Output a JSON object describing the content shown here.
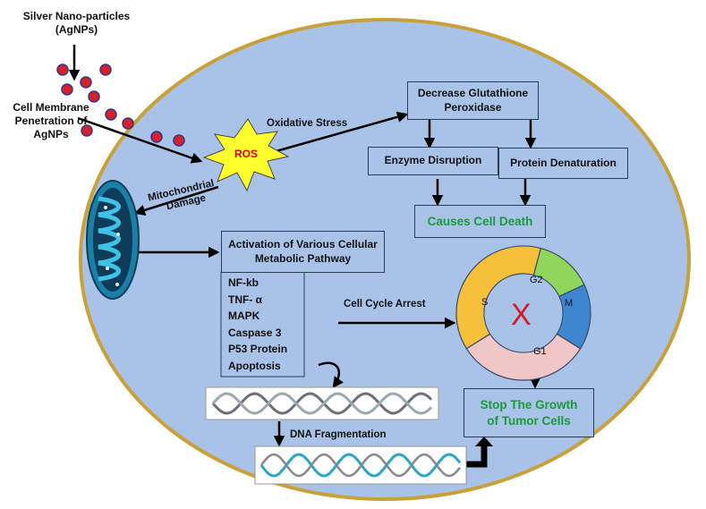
{
  "source": {
    "title_line1": "Silver Nano-particles",
    "title_line2": "(AgNPs)"
  },
  "membrane": {
    "line1": "Cell Membrane",
    "line2": "Penetration of",
    "line3": "AgNPs"
  },
  "ros": {
    "label": "ROS"
  },
  "arrows": {
    "oxidative_stress": "Oxidative Stress",
    "mito_damage_line1": "Mitochondrial",
    "mito_damage_line2": "Damage",
    "cell_cycle_arrest": "Cell Cycle Arrest",
    "dna_fragmentation": "DNA Fragmentation"
  },
  "boxes": {
    "glutathione_line1": "Decrease Glutathione",
    "glutathione_line2": "Peroxidase",
    "enzyme_disruption": "Enzyme Disruption",
    "protein_denaturation": "Protein Denaturation",
    "cell_death": "Causes Cell Death",
    "pathway_line1": "Activation of Various Cellular",
    "pathway_line2": "Metabolic Pathway",
    "stop_growth_line1": "Stop The Growth",
    "stop_growth_line2": "of Tumor Cells"
  },
  "pathway_items": [
    "NF-kb",
    "TNF- α",
    "MAPK",
    "Caspase 3",
    "P53 Protein",
    "Apoptosis"
  ],
  "cell_cycle": {
    "phases": [
      {
        "label": "S",
        "color": "#f6c03b"
      },
      {
        "label": "G2",
        "color": "#8fd65a"
      },
      {
        "label": "M",
        "color": "#3f86d1"
      },
      {
        "label": "G1",
        "color": "#f0c6c6"
      }
    ],
    "center_mark": "X"
  },
  "colors": {
    "cell_fill": "#a9c3e8",
    "cell_outline": "#c9a13a",
    "nanoparticle": "#d8202a",
    "ros_fill": "#ffff2e",
    "ros_text": "#e00000",
    "highlight_text": "#1a9a3a",
    "up_arrow": "#2a8a2a"
  }
}
